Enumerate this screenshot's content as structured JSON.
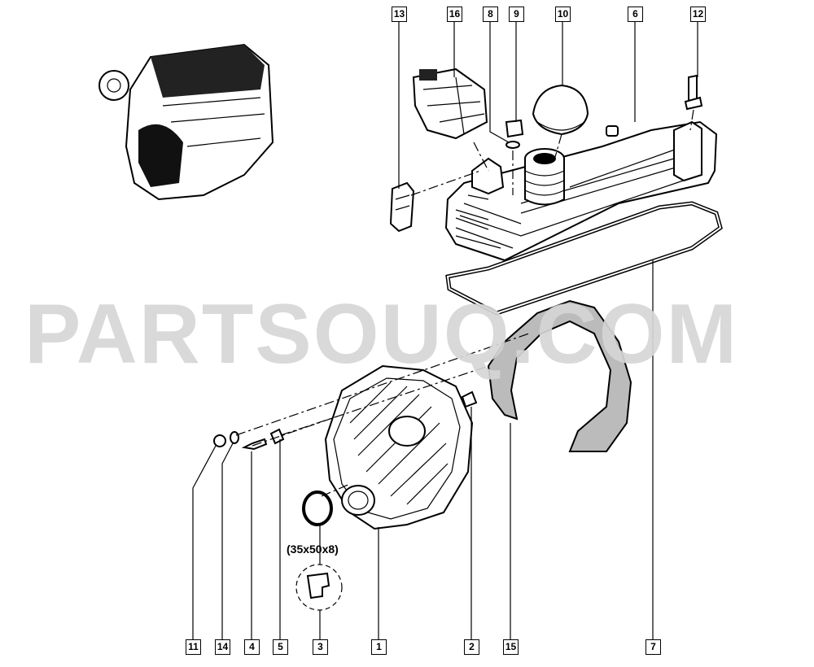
{
  "watermark": "PARTSOUQ.COM",
  "seal_dimension": "(35x50x8)",
  "callouts_top": [
    {
      "ref": "13"
    },
    {
      "ref": "16"
    },
    {
      "ref": "8"
    },
    {
      "ref": "9"
    },
    {
      "ref": "10"
    },
    {
      "ref": "6"
    },
    {
      "ref": "12"
    }
  ],
  "callouts_bottom": [
    {
      "ref": "11"
    },
    {
      "ref": "14"
    },
    {
      "ref": "4"
    },
    {
      "ref": "5"
    },
    {
      "ref": "3"
    },
    {
      "ref": "1"
    },
    {
      "ref": "2"
    },
    {
      "ref": "15"
    },
    {
      "ref": "7"
    }
  ]
}
